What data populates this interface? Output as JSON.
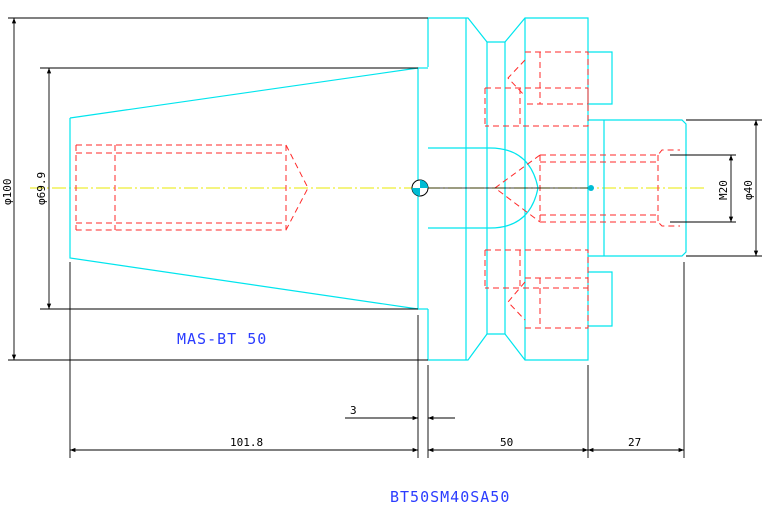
{
  "drawing": {
    "label_holder": "MAS-BT 50",
    "label_part": "BT50SM40SA50",
    "colors": {
      "outline": "#00e5ee",
      "hidden": "#ff2a2a",
      "center": "#e8e800",
      "dimension": "#000000",
      "label": "#2b3cff"
    }
  },
  "dimensions": {
    "dia_100": "φ100",
    "dia_69_9": "φ69.9",
    "dia_40": "φ40",
    "m20": "M20",
    "len_101_8": "101.8",
    "len_50": "50",
    "len_27": "27",
    "gap_3": "3"
  }
}
